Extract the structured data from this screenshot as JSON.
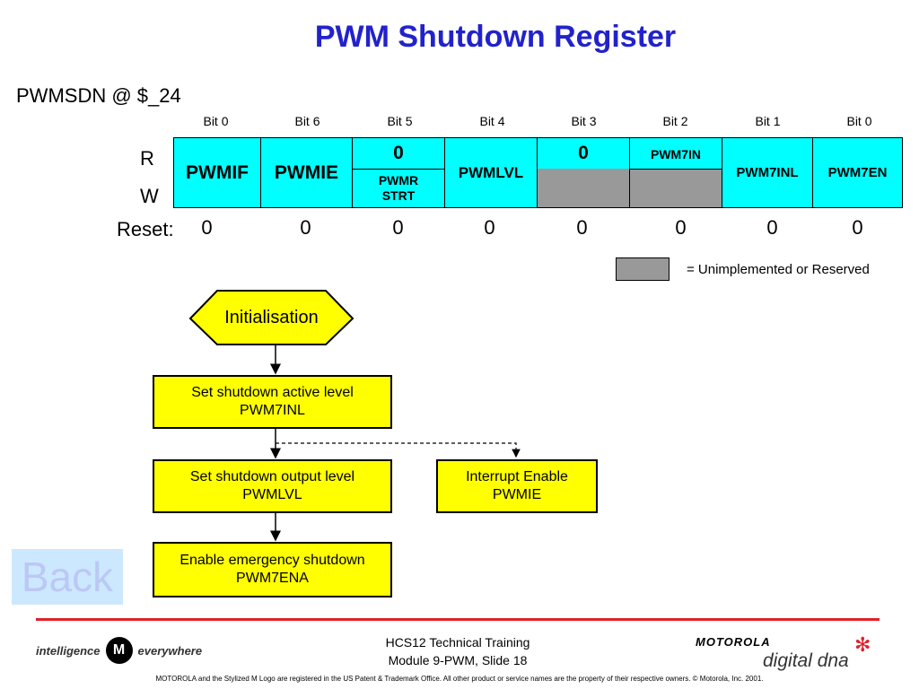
{
  "slide": {
    "title": "PWM Shutdown Register",
    "register_name": "PWMSDN @ $_24",
    "bit_labels": [
      "Bit 0",
      "Bit 6",
      "Bit 5",
      "Bit 4",
      "Bit 3",
      "Bit 2",
      "Bit 1",
      "Bit 0"
    ],
    "row_labels": {
      "read": "R",
      "write": "W",
      "reset": "Reset:"
    },
    "cells": {
      "pwmif": "PWMIF",
      "pwmie": "PWMIE",
      "bit5_read": "0",
      "bit5_write": "PWMR STRT",
      "pwmlvl": "PWMLVL",
      "bit3_read": "0",
      "pwm7in": "PWM7IN",
      "pwm7inl": "PWM7INL",
      "pwm7en": "PWM7EN"
    },
    "reset_values": [
      "0",
      "0",
      "0",
      "0",
      "0",
      "0",
      "0",
      "0"
    ],
    "legend_text": "= Unimplemented or Reserved",
    "legend_color": "#999999",
    "flow": {
      "start": "Initialisation",
      "step1_line1": "Set shutdown active level",
      "step1_line2": "PWM7INL",
      "step2_line1": "Set shutdown output level",
      "step2_line2": "PWMLVL",
      "step3_line1": "Interrupt Enable",
      "step3_line2": "PWMIE",
      "step4_line1": "Enable emergency shutdown",
      "step4_line2": "PWM7ENA"
    },
    "back_link": "Back"
  },
  "footer": {
    "tagline_left": "intelligence",
    "tagline_right": "everywhere",
    "course_line1": "HCS12 Technical Training",
    "course_line2": "Module 9-PWM, Slide 18",
    "brand": "MOTOROLA",
    "product": "digital dna",
    "copyright": "MOTOROLA and the Stylized M Logo are registered in the US Patent & Trademark Office. All other  product or service names are the property of their respective owners.  © Motorola, Inc. 2001.",
    "accent_color": "#e0202a",
    "title_color": "#2222cc",
    "register_color": "#00ffff",
    "flow_box_color": "#ffff00"
  }
}
